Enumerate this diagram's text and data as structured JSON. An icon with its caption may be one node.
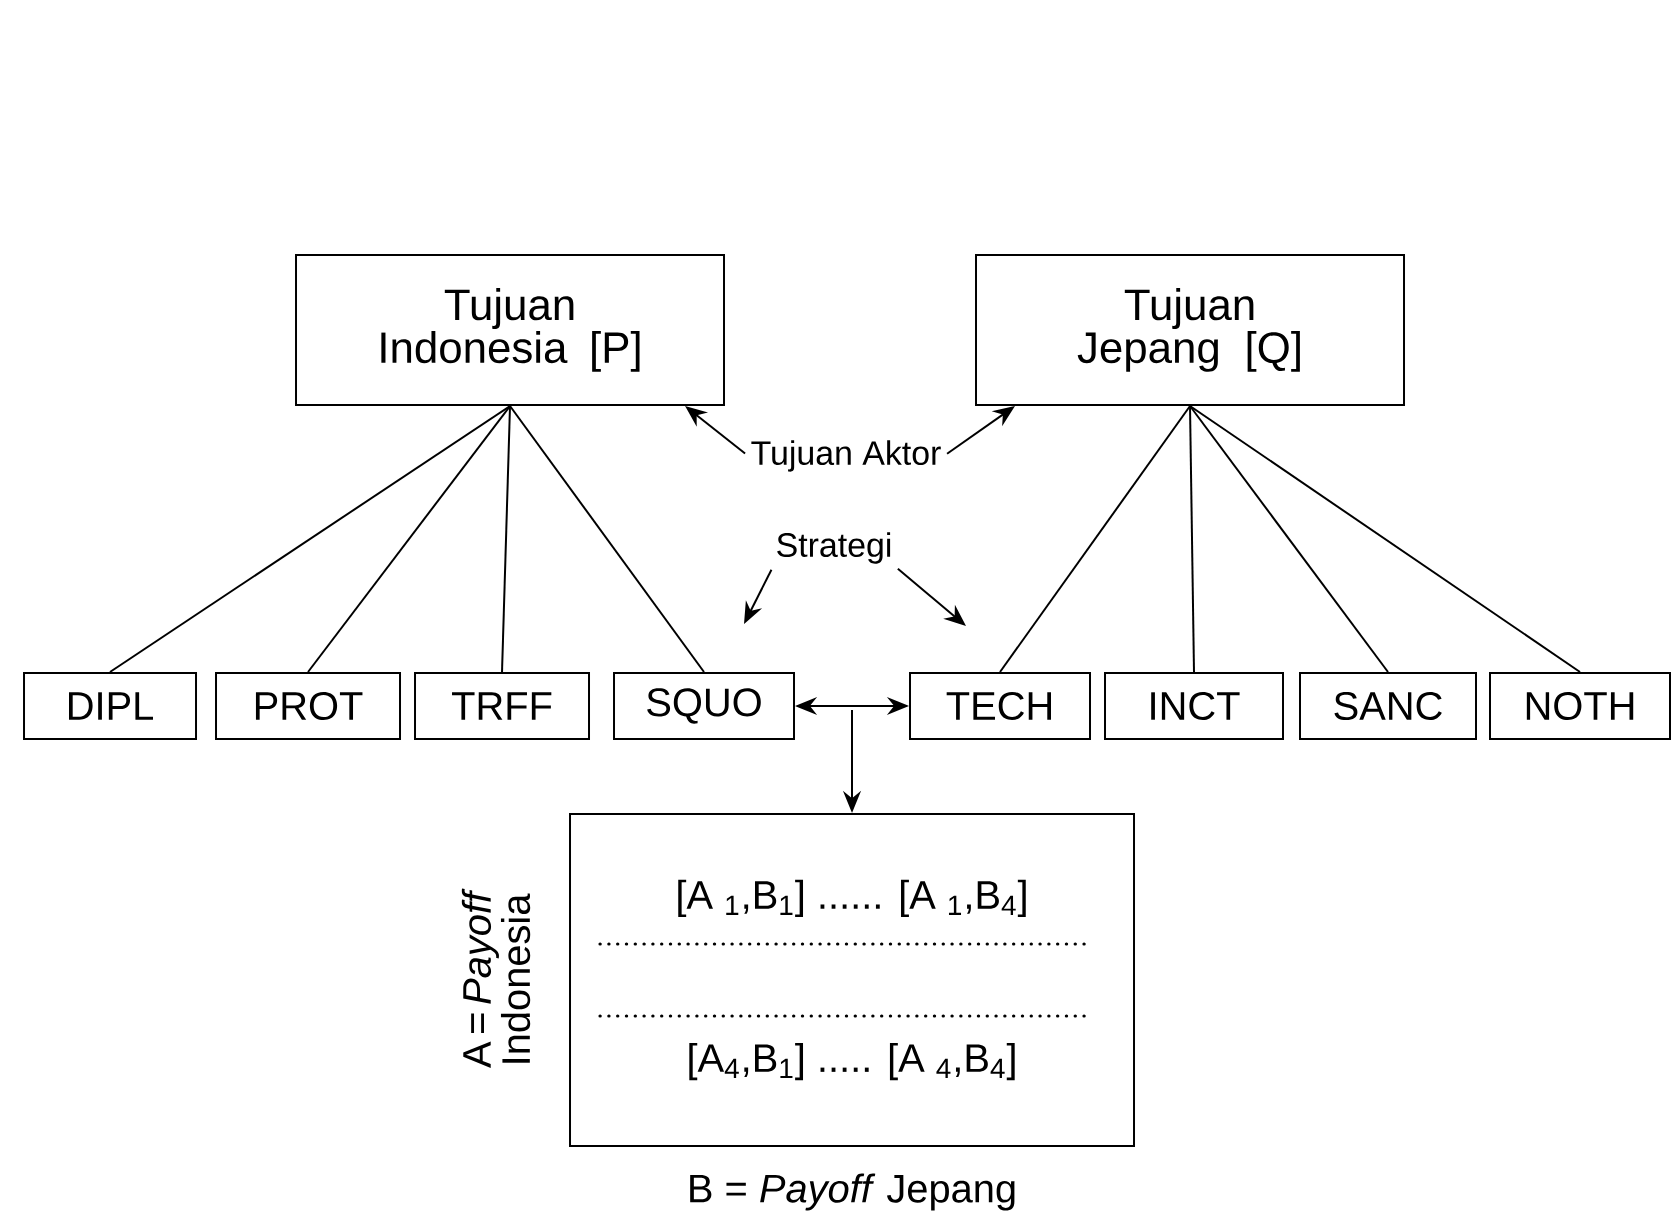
{
  "diagram": {
    "nodes": [
      {
        "text": [
          "Tujuan Indonesia [P]"
        ]
      },
      {
        "text": [
          "Tujuan Jepang [Q]"
        ]
      },
      {
        "text": [
          "DIPL"
        ]
      },
      {
        "text": [
          "PROT"
        ]
      },
      {
        "text": [
          "TRFF"
        ]
      },
      {
        "text": [
          "SQUO"
        ]
      },
      {
        "text": [
          "TECH"
        ]
      },
      {
        "text": [
          "INCT"
        ]
      },
      {
        "text": [
          "SANC"
        ]
      },
      {
        "text": [
          "NOTH"
        ]
      },
      {
        "text": [
          "[A $_{1}$,B$_{1}$] ...... [A $_{1}$,B$_{4}$]",
          "[A$_{4}$,B$_{1}$] ..... [A $_{4}$,B$_{4}$]"
        ],
        "beside": [
          "A = *Payoff* Indonesia",
          "B = *Payoff* Jepang"
        ]
      },
      {
        "text": [
          "Tujuan Aktor"
        ]
      },
      {
        "text": [
          "Strategi"
        ]
      }
    ],
    "edges": [
      {
        "from": 0,
        "to": 2,
        "arrow": "none"
      },
      {
        "from": 0,
        "to": 3,
        "arrow": "none"
      },
      {
        "from": 0,
        "to": 4,
        "arrow": "none"
      },
      {
        "from": 0,
        "to": 5,
        "arrow": "none"
      },
      {
        "from": 1,
        "to": 6,
        "arrow": "none"
      },
      {
        "from": 1,
        "to": 7,
        "arrow": "none"
      },
      {
        "from": 1,
        "to": 8,
        "arrow": "none"
      },
      {
        "from": 1,
        "to": 9,
        "arrow": "none"
      },
      {
        "from": 5,
        "to": 6,
        "arrow": "both"
      },
      {
        "from": null,
        "to": 10,
        "arrow": "to"
      },
      {
        "from": 11,
        "to": 0,
        "arrow": "to"
      },
      {
        "from": 11,
        "to": 1,
        "arrow": "to"
      },
      {
        "from": 12,
        "to": null,
        "arrow": "to"
      },
      {
        "from": 12,
        "to": null,
        "arrow": "to"
      }
    ]
  }
}
